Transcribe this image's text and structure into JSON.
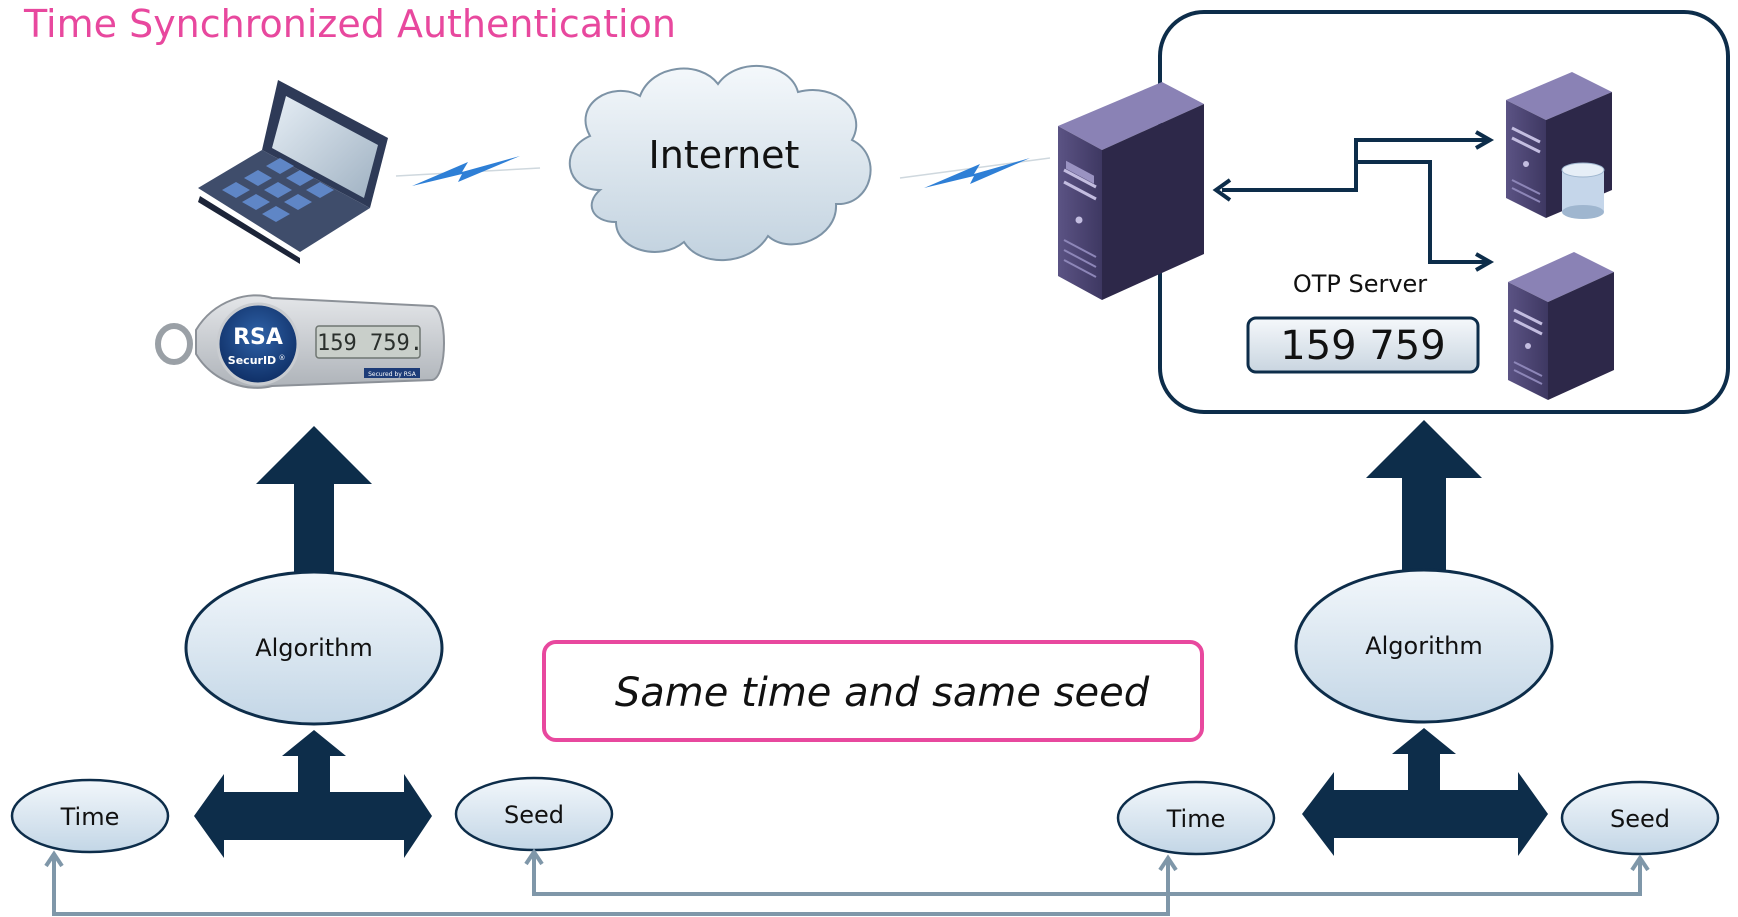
{
  "title": "Time Synchronized Authentication",
  "internet_label": "Internet",
  "otp_server": {
    "label": "OTP Server",
    "code": "159 759"
  },
  "token": {
    "brand": "RSA",
    "product": "SecurID",
    "product_mark": "®",
    "display": "159 759.",
    "footer": "Secured by RSA"
  },
  "left": {
    "algorithm": "Algorithm",
    "time": "Time",
    "seed": "Seed"
  },
  "right": {
    "algorithm": "Algorithm",
    "time": "Time",
    "seed": "Seed"
  },
  "note": "Same time and same seed",
  "colors": {
    "title": "#e8489e",
    "navy": "#0d2d4a",
    "note_border": "#e8489e",
    "connector": "#7f97a9"
  }
}
